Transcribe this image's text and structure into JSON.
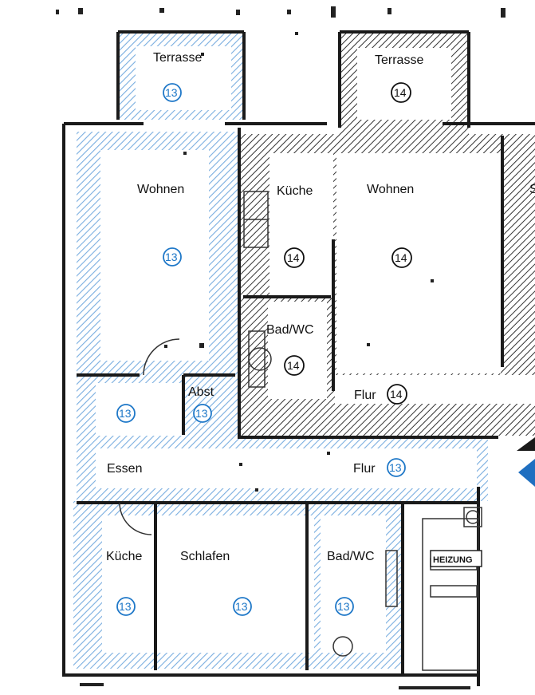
{
  "colors": {
    "unit13": "#1f78c8",
    "unit14": "#111111",
    "hatch13": "#7aaee0",
    "wall": "#1a1a1a",
    "arrow_blue": "#1f6fc0"
  },
  "apartment13": {
    "number": "13",
    "rooms": {
      "terrasse": "Terrasse",
      "wohnen": "Wohnen",
      "abst": "Abst",
      "essen": "Essen",
      "flur": "Flur",
      "kueche": "Küche",
      "schlafen": "Schlafen",
      "bad": "Bad/WC"
    }
  },
  "apartment14": {
    "number": "14",
    "rooms": {
      "terrasse": "Terrasse",
      "kueche": "Küche",
      "wohnen": "Wohnen",
      "bad": "Bad/WC",
      "flur": "Flur"
    }
  },
  "edge_fragment": "S",
  "utility_label": "HEIZUNG"
}
